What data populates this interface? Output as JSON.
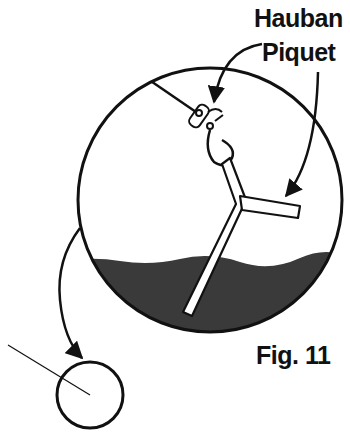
{
  "diagram": {
    "labels": [
      "Hauban",
      "Piquet",
      "Fig. 11"
    ]
  }
}
